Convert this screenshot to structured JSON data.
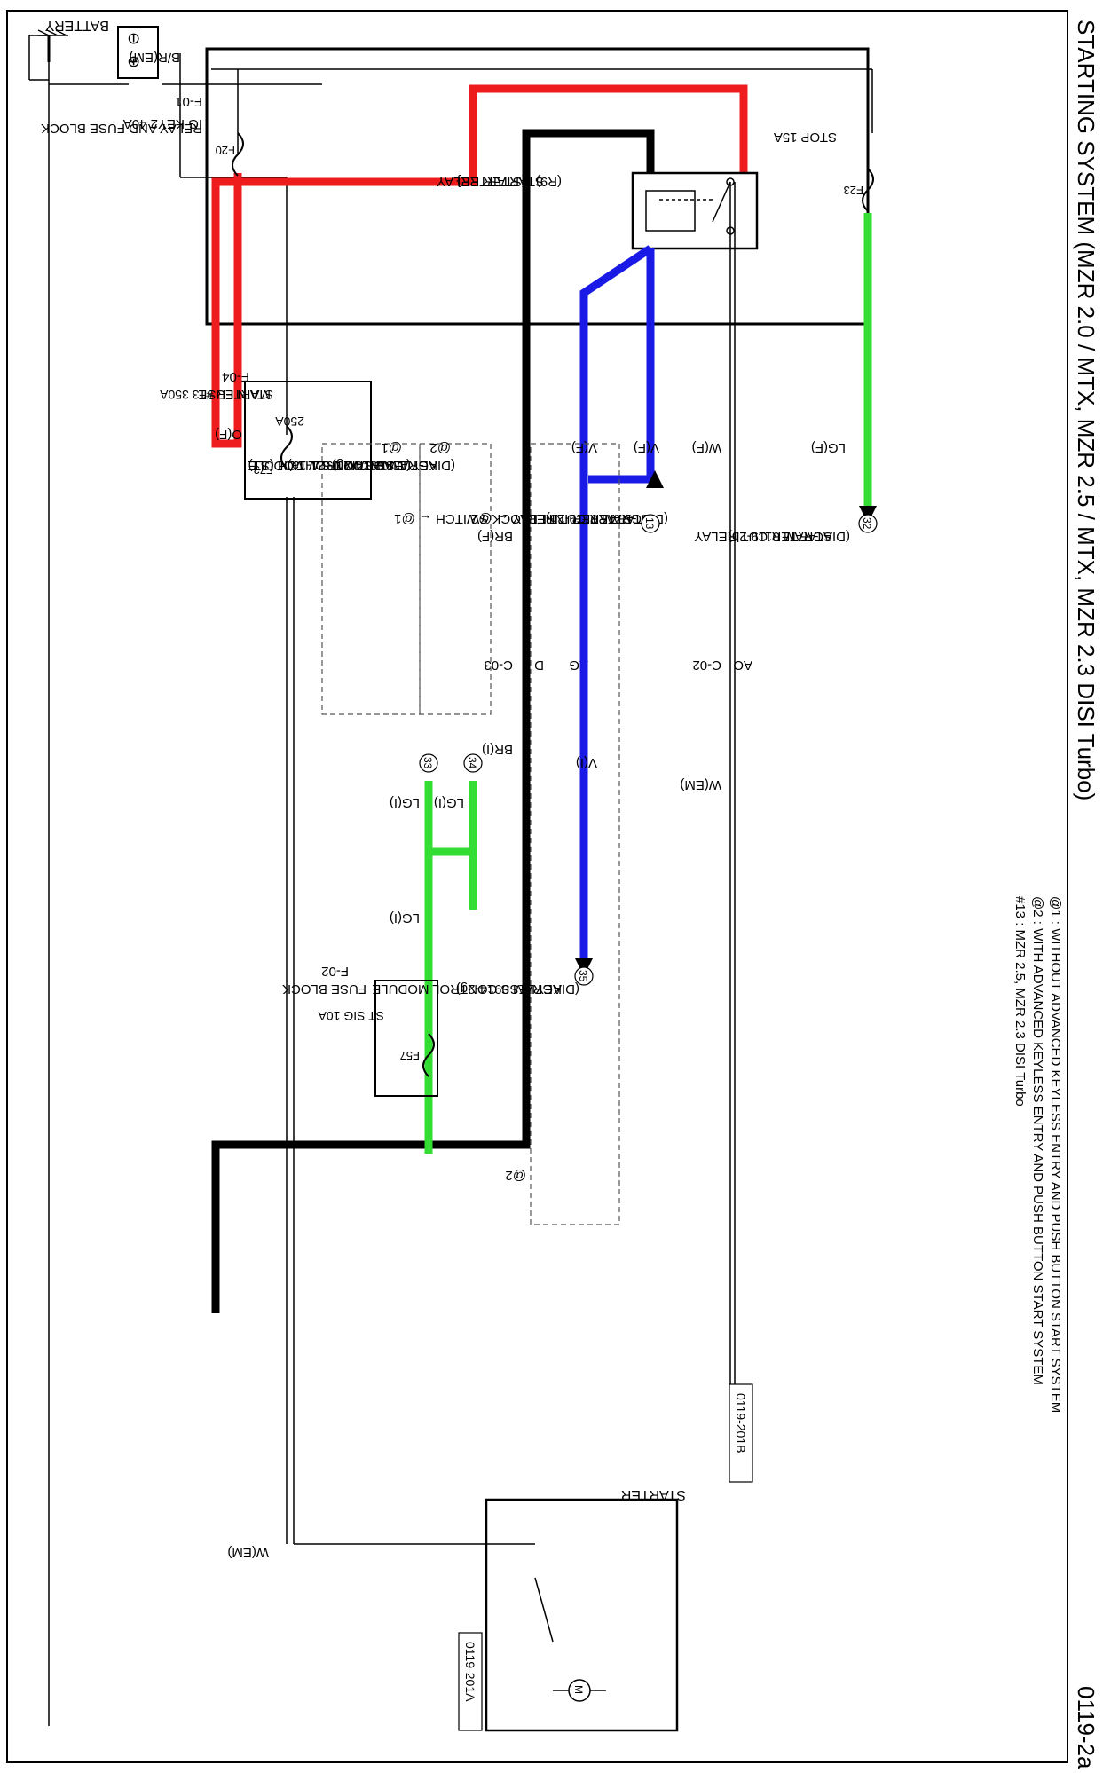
{
  "diagram": {
    "title": "STARTING SYSTEM (MZR 2.0 / MTX, MZR 2.5 / MTX, MZR 2.3 DISI Turbo)",
    "page_code": "0119-2a",
    "notes": [
      "@1 : WITHOUT ADVANCED KEYLESS ENTRY AND PUSH BUTTON START SYSTEM",
      "@2 : WITH ADVANCED KEYLESS ENTRY AND PUSH BUTTON START SYSTEM",
      "#13 : MZR 2.5, MZR 2.3 DISI Turbo"
    ],
    "battery": {
      "label": "BATTERY",
      "neg": "⊖",
      "pos": "⊕"
    },
    "main_fuse": {
      "code": "F-04",
      "name": "MAIN FUSE",
      "fuse_a": "250A",
      "fuse_b": "STARTER #13 350A",
      "ref": "F73"
    },
    "relay_block": {
      "connector": "F-01",
      "name": "RELAY AND FUSE BLOCK",
      "wire": "B/R(EM)"
    },
    "ig_key2": {
      "label": "IG KEY2 40A",
      "ref": "F20"
    },
    "stop_fuse": {
      "label": "STOP 15A",
      "ref": "F23"
    },
    "relay": {
      "ref": "(R9)",
      "name": "STARTER RELAY",
      "sub": "{STARTER}"
    },
    "fuse_block": {
      "code": "F-02",
      "name": "FUSE BLOCK",
      "fuse": "ST SIG 10A",
      "ref": "F57"
    },
    "wires": {
      "o_f": "O(F)",
      "br_f": "BR(F)",
      "br_i": "BR(I)",
      "v_f1": "V(F)",
      "v_f2": "V(F)",
      "v_i": "V(I)",
      "w_f": "W(F)",
      "w_em1": "W(EM)",
      "w_em2": "W(EM)",
      "lg_f": "LG(F)",
      "lg_i1": "LG(I)",
      "lg_i2": "LG(I)",
      "lg_i3": "LG(I)"
    },
    "connectors": {
      "c03": "C-03",
      "d": "D",
      "ag": "AG",
      "c02": "C-02",
      "ao": "AO"
    },
    "markers": {
      "m1": "@1",
      "m2": "@2",
      "m3": "@2",
      "ign_title": "IGNITION SWITCH (ST)",
      "ign_diag": "(DIAGRAM 0921-1a)",
      "kcm_title": "KEYLESS CONTROL MODULE",
      "kcm_diag": "(DIAGRAM 0914-2g)",
      "kcm2_title": "KEYLESS CONTROL MODULE",
      "kcm2_diag": "(DIAGRAM 0914-2g)",
      "sis1": "STARTER INTERLOCK SWITCH ← @1",
      "scr_mid": "STARTER CUT RELAY ← @2",
      "scr_mid_diag": "(DIAGRAM 0119-2b)",
      "scr": "STARTER CUT RELAY",
      "scr_diag": "(DIAGRAM 0119-2b)",
      "n13": "13",
      "n32": "32",
      "n33": "33",
      "n34": "34",
      "n35": "35"
    },
    "starter": {
      "label": "STARTER",
      "ref_a": "0119-201A",
      "ref_b": "0119-201B",
      "motor": "M"
    },
    "colors": {
      "red": "#ee1c1c",
      "green": "#33dd33",
      "blue": "#1a1ae6",
      "black": "#000000",
      "grey": "#9a9a9a"
    }
  }
}
